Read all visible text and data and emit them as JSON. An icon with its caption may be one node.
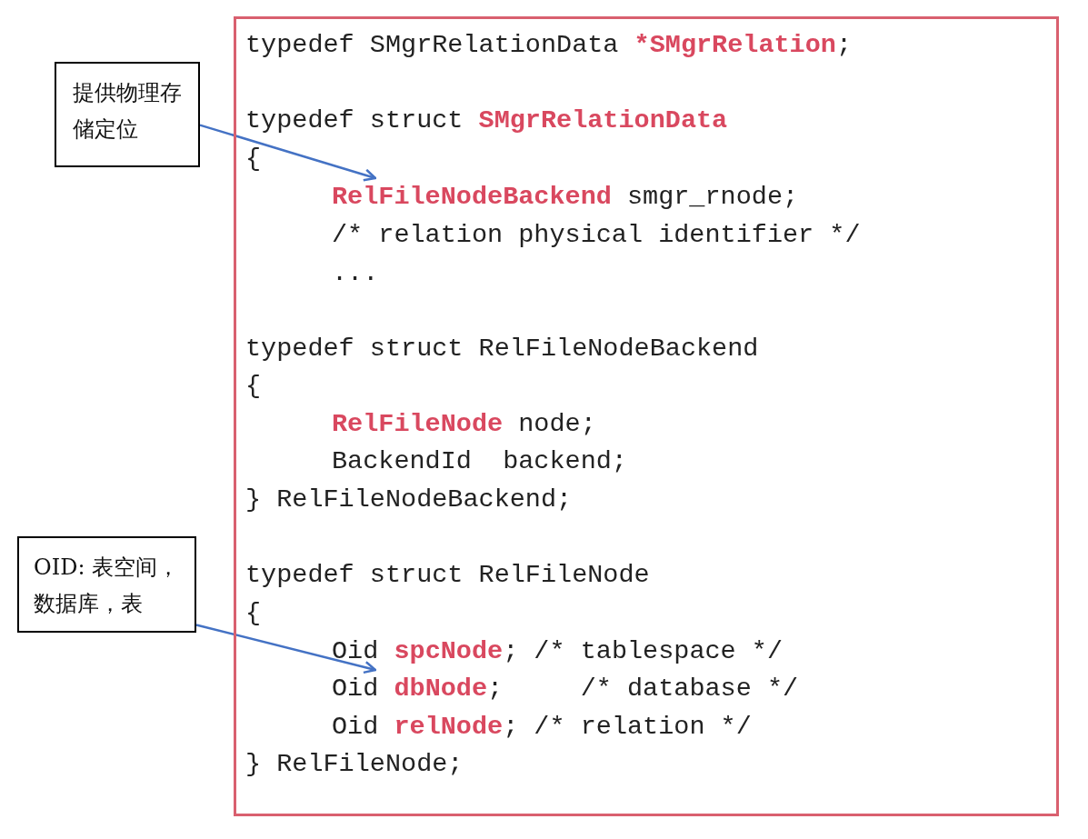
{
  "diagram": {
    "nodes": [
      {
        "text": [
          "提供物理存储定位"
        ]
      },
      {
        "text": [
          "typedef SMgrRelationData ***SMgrRelation**;",
          "typedef struct **SMgrRelationData**",
          "{",
          "/* relation physical identifier */",
          "...",
          "typedef struct RelFileNodeBackend",
          "{",
          "**RelFileNode** node;",
          "BackendId  backend;",
          "} RelFileNodeBackend;",
          "typedef struct RelFileNode",
          "{",
          "Oid **spcNode**; /* tablespace */",
          "Oid **relNode**; /* relation */",
          "} RelFileNode;"
        ]
      },
      {
        "text": [
          "**RelFileNodeBackend** smgr_rnode;"
        ],
        "in": 1
      },
      {
        "text": [
          "OID: 表空间，数据库，表"
        ]
      },
      {
        "text": [
          "Oid **dbNode**;     /* database */"
        ],
        "in": 1
      }
    ],
    "edges": [
      {
        "from": 0,
        "to": 2,
        "arrow": "to"
      },
      {
        "from": 3,
        "to": 4,
        "arrow": "to"
      }
    ]
  }
}
